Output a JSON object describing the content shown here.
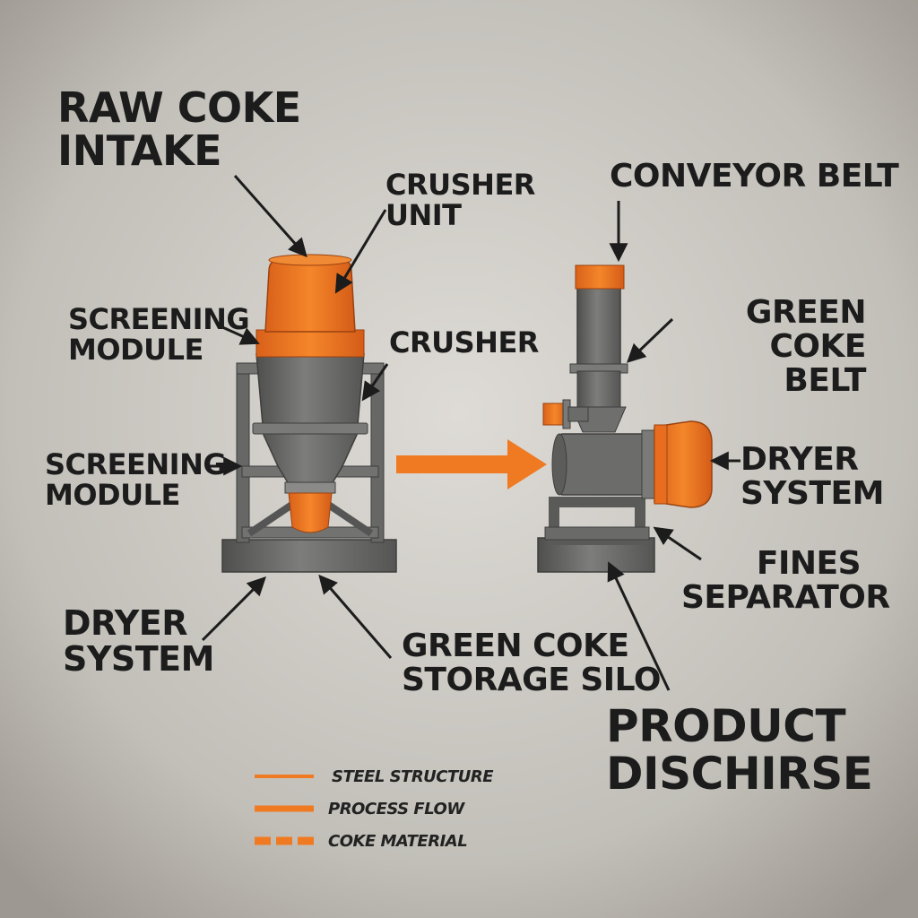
{
  "labels": {
    "raw_coke_intake": "RAW COKE\nINTAKE",
    "crusher_unit": "CRUSHER\nUNIT",
    "screening_module_top": "SCREENING\nMODULE",
    "crusher": "CRUSHER",
    "screening_module_mid": "SCREENING\nMODULE",
    "dryer_system_left": "DRYER\nSYSTEM",
    "green_coke_storage_silo": "GREEN COKE\nSTORAGE SILO",
    "conveyor_belt": "CONVEYOR BELT",
    "green_coke_belt": "GREEN COKE\nBELT",
    "dryer_system_right": "DRYER\nSYSTEM",
    "fines_separator": "FINES\nSEPARATOR",
    "product_discharge": "PRODUCT\nDISCHIRSE"
  },
  "legend": [
    {
      "label": "STEEL STRUCTURE",
      "style": "solid-thin"
    },
    {
      "label": "PROCESS FLOW",
      "style": "solid-thick"
    },
    {
      "label": "COKE MATERIAL",
      "style": "dashed"
    }
  ],
  "colors": {
    "steel_gray": "#6e6e6c",
    "process_orange": "#f07a22",
    "text_dark": "#1c1c1c",
    "background": "#c8c5bf"
  }
}
